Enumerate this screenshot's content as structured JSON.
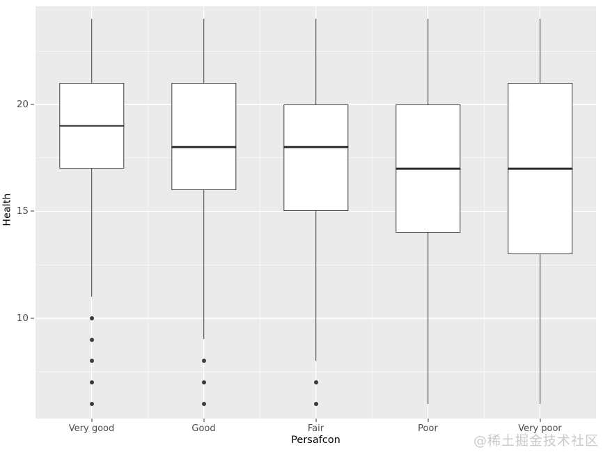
{
  "chart_data": {
    "type": "box",
    "title": "",
    "xlabel": "Persafcon",
    "ylabel": "Health",
    "categories": [
      "Very good",
      "Good",
      "Fair",
      "Poor",
      "Very poor"
    ],
    "ylim": [
      5.3,
      24.6
    ],
    "y_ticks": [
      10,
      15,
      20
    ],
    "y_tick_labels": [
      "10",
      "15",
      "20"
    ],
    "y_minor_ticks": [
      7.5,
      12.5,
      17.5,
      22.5
    ],
    "grid": true,
    "legend": "none",
    "boxes": [
      {
        "category": "Very good",
        "whisker_low": 11,
        "q1": 17,
        "median": 19,
        "q3": 21,
        "whisker_high": 24,
        "outliers": [
          10,
          9,
          8,
          7,
          6
        ]
      },
      {
        "category": "Good",
        "whisker_low": 9,
        "q1": 16,
        "median": 18,
        "q3": 21,
        "whisker_high": 24,
        "outliers": [
          8,
          7,
          6
        ]
      },
      {
        "category": "Fair",
        "whisker_low": 8,
        "q1": 15,
        "median": 18,
        "q3": 20,
        "whisker_high": 24,
        "outliers": [
          7,
          6
        ]
      },
      {
        "category": "Poor",
        "whisker_low": 6,
        "q1": 14,
        "median": 17,
        "q3": 20,
        "whisker_high": 24,
        "outliers": []
      },
      {
        "category": "Very poor",
        "whisker_low": 6,
        "q1": 13,
        "median": 17,
        "q3": 21,
        "whisker_high": 24,
        "outliers": []
      }
    ]
  },
  "style": {
    "panel_bg": "#ebebeb",
    "grid_color": "#ffffff",
    "box_fill": "#ffffff",
    "box_stroke": "#3b3b3b",
    "axis_text_color": "#4d4d4d",
    "axis_title_color": "#000000",
    "watermark_color": "#c9c9c9"
  },
  "watermark": {
    "text": "@稀土掘金技术社区"
  }
}
